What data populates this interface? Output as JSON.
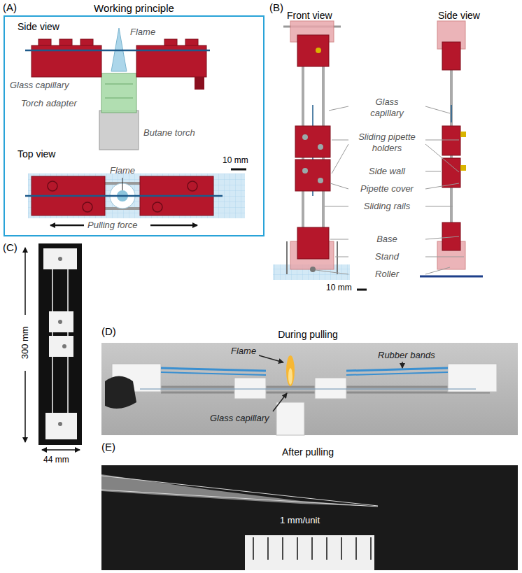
{
  "diagram": {
    "nodes": [
      {
        "text": [
          "Working principle"
        ]
      }
    ],
    "labels": [
      "(A)",
      "Side view",
      "Flame",
      "Glass capillary",
      "Torch adapter",
      "Butane torch",
      "Top view",
      "10 mm",
      "Flame",
      "Pulling force",
      "(B)",
      "Front view",
      "Side view",
      "Glass capillary",
      "Sliding pipette holders",
      "Side wall",
      "Pipette cover",
      "Sliding rails",
      "Base",
      "Stand",
      "Roller",
      "10 mm",
      "(C)",
      "300 mm",
      "44 mm",
      "(D)",
      "During pulling",
      "Flame",
      "Rubber bands",
      "Glass capillary",
      "(E)",
      "After pulling",
      "1 mm/unit"
    ]
  }
}
